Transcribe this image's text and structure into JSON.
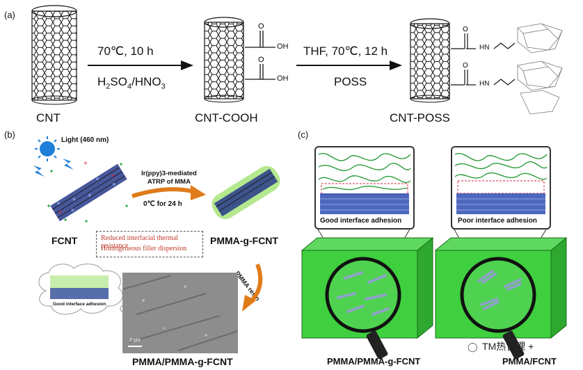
{
  "panel_a": {
    "tag": "(a)",
    "mol1": "CNT",
    "mol2": "CNT-COOH",
    "mol3": "CNT-POSS",
    "step1_top": "70℃, 10 h",
    "step1_bottom": "H2SO4/HNO3",
    "step2_top": "THF, 70℃, 12 h",
    "step2_bottom": "POSS",
    "cooh_1": "OH",
    "cooh_2": "OH",
    "amide_1": "HN",
    "amide_2": "HN"
  },
  "panel_b": {
    "tag": "(b)",
    "light": "Light (460 nm)",
    "reagent_1": "Ir(ppy)3-mediated",
    "reagent_2": "ATRP of MMA",
    "conditions": "0℃ for 24 h",
    "fcnt": "FCNT",
    "product": "PMMA-g-FCNT",
    "note_1": "Reduced interfacial thermal resistance",
    "note_2": "Homogeneous filler dispersion",
    "resin": "PMMA resin",
    "cloud_label": "Good interface adhesion",
    "scale_bar": "2 μm",
    "composite": "PMMA/PMMA-g-FCNT"
  },
  "panel_c": {
    "tag": "(c)",
    "left_inset": "Good interface adhesion",
    "right_inset": "Poor interface adhesion",
    "left_label": "PMMA/PMMA-g-FCNT",
    "right_label": "PMMA/FCNT"
  },
  "watermark": "TM热管理 +"
}
